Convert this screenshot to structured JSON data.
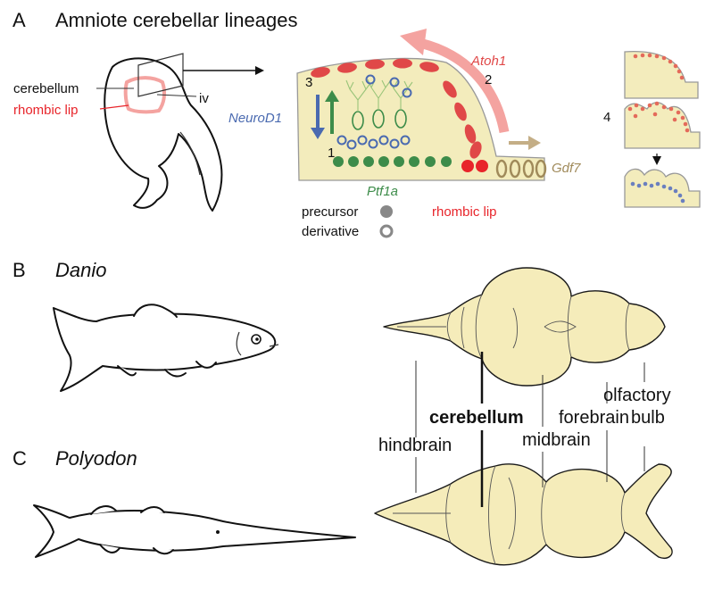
{
  "panel_a": {
    "letter": "A",
    "title": "Amniote cerebellar lineages",
    "labels": {
      "cerebellum": "cerebellum",
      "rhombic_lip": "rhombic lip",
      "iv": "iv"
    },
    "genes": {
      "atoh1": "Atoh1",
      "neurod1": "NeuroD1",
      "ptf1a": "Ptf1a",
      "gdf7": "Gdf7"
    },
    "steps": {
      "s1": "1",
      "s2": "2",
      "s3": "3",
      "s4": "4"
    },
    "legend": {
      "precursor": "precursor",
      "derivative": "derivative",
      "rhombic_lip": "rhombic lip"
    }
  },
  "panel_b": {
    "letter": "B",
    "species": "Danio"
  },
  "panel_c": {
    "letter": "C",
    "species": "Polyodon"
  },
  "brain_labels": {
    "hindbrain": "hindbrain",
    "cerebellum": "cerebellum",
    "midbrain": "midbrain",
    "forebrain": "forebrain",
    "olfactory_line1": "olfactory",
    "olfactory_line2": "bulb"
  },
  "colors": {
    "tissue": "#f3ecbc",
    "atoh1_red": "#e04848",
    "atoh1_arrow": "#f4a3a0",
    "rhombic_lip_red": "#e8242a",
    "neurod1_blue": "#4a6ab0",
    "ptf1a_green": "#3d8c4a",
    "gdf7_brown": "#a08a5a",
    "precursor_gray": "#888888"
  }
}
